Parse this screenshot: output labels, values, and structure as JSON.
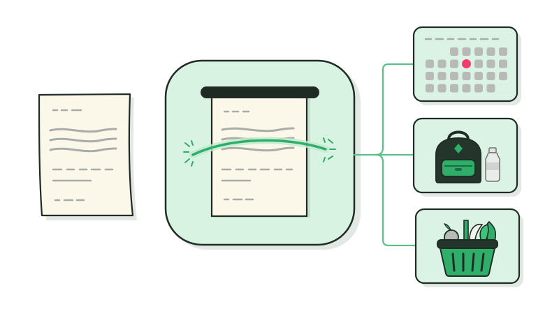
{
  "scene": {
    "kind": "document-scan-to-categories",
    "categories": [
      {
        "id": "calendar",
        "icon": "calendar-icon",
        "highlighted_day_index": 2
      },
      {
        "id": "backpack-bottle",
        "icon": "backpack-icon"
      },
      {
        "id": "grocery-basket",
        "icon": "basket-icon"
      }
    ]
  },
  "colors": {
    "background": "#ffffff",
    "outline": "#1f2b24",
    "shadow": "#e3e9e5",
    "paper": "#fbf8ea",
    "scanner_panel": "#d8f3e2",
    "card_fill": "#dbf3e5",
    "accent_green": "#2fae6a",
    "dark_green": "#1f6b45",
    "line_gray": "#a9aca8",
    "calendar_cell": "#b7bab7",
    "calendar_highlight": "#f23b6e",
    "connector": "#5cbf8c"
  }
}
